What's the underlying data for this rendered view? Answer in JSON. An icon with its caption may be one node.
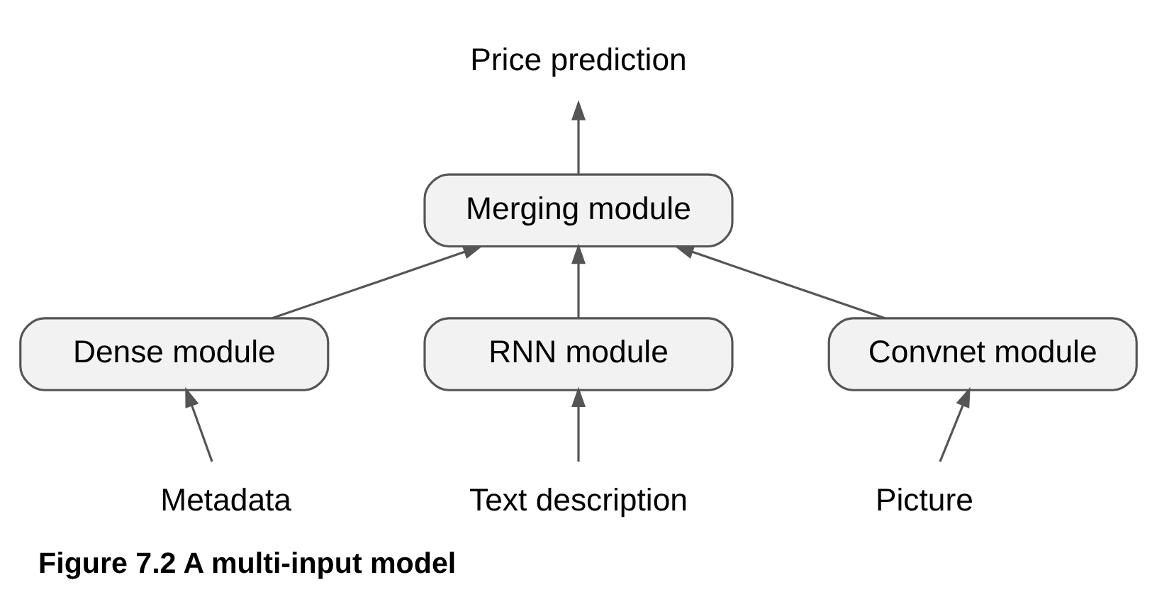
{
  "diagram": {
    "caption": "Figure 7.2 A multi-input model",
    "nodes": [
      {
        "text": [
          "Price prediction"
        ]
      },
      {
        "text": [
          "Merging module"
        ]
      },
      {
        "text": [
          "Dense module"
        ]
      },
      {
        "text": [
          "RNN module"
        ]
      },
      {
        "text": [
          "Convnet module"
        ]
      },
      {
        "text": [
          "Metadata"
        ]
      },
      {
        "text": [
          "Text description"
        ]
      },
      {
        "text": [
          "Picture"
        ]
      }
    ],
    "edges": [
      {
        "from": 1,
        "to": 0,
        "arrow": "to"
      },
      {
        "from": 2,
        "to": 1,
        "arrow": "to"
      },
      {
        "from": 3,
        "to": 1,
        "arrow": "to"
      },
      {
        "from": 4,
        "to": 1,
        "arrow": "to"
      },
      {
        "from": 5,
        "to": 2,
        "arrow": "to"
      },
      {
        "from": 6,
        "to": 3,
        "arrow": "to"
      },
      {
        "from": 7,
        "to": 4,
        "arrow": "to"
      }
    ]
  }
}
